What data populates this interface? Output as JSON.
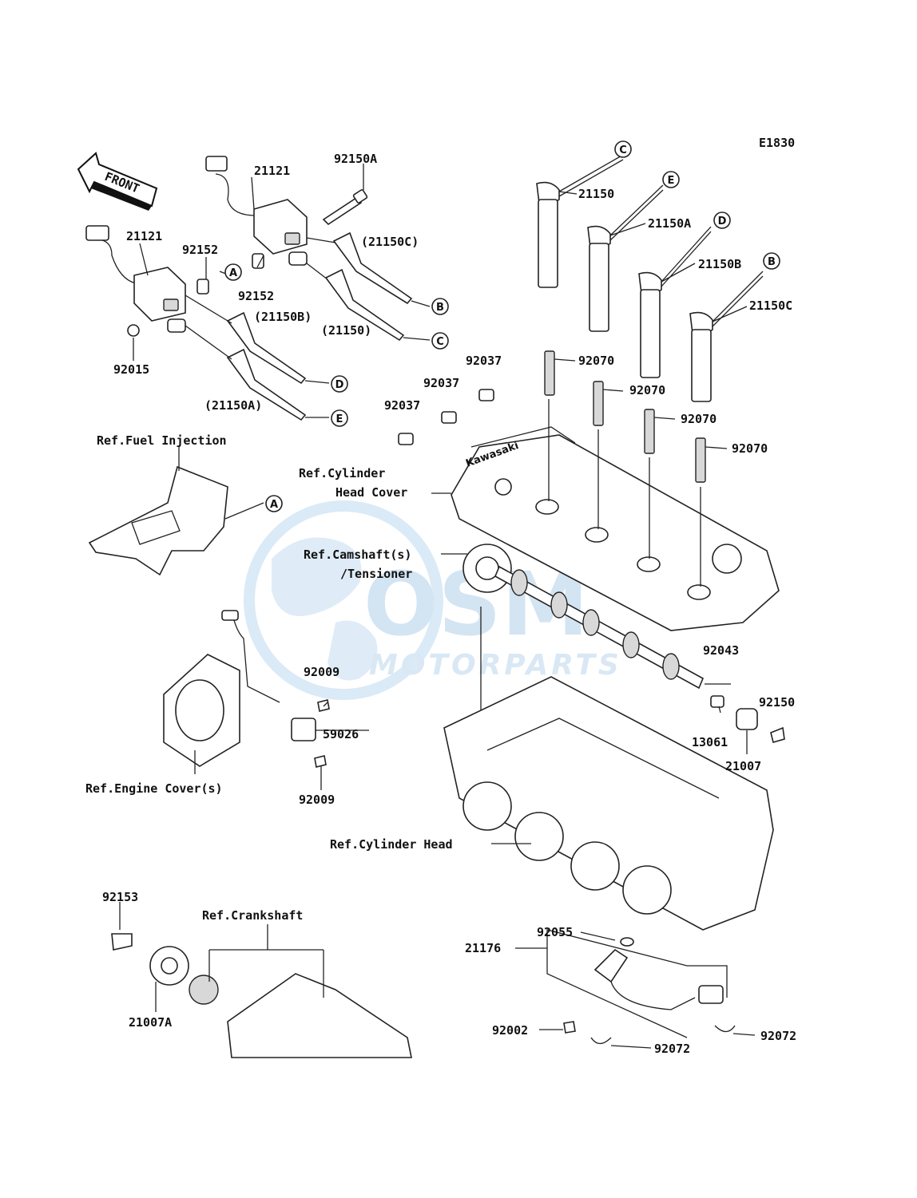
{
  "diagram_code": "E1830",
  "front_arrow_label": "FRONT",
  "watermark": {
    "logo_text": "OSM",
    "sub_text": "MOTORPARTS",
    "color": "#cfe4f4"
  },
  "callout_letters": [
    "A",
    "B",
    "C",
    "D",
    "E"
  ],
  "part_labels": {
    "p21121_left": "21121",
    "p21121_top": "21121",
    "p92150A": "92150A",
    "p92152_upper": "92152",
    "p92152_lower": "92152",
    "p21150C_paren": "(21150C)",
    "p21150_paren": "(21150)",
    "p21150B_paren": "(21150B)",
    "p21150A_paren": "(21150A)",
    "p92015": "92015",
    "p21150": "21150",
    "p21150A": "21150A",
    "p21150B": "21150B",
    "p21150C": "21150C",
    "p92037_a": "92037",
    "p92037_b": "92037",
    "p92037_c": "92037",
    "p92070_a": "92070",
    "p92070_b": "92070",
    "p92070_c": "92070",
    "p92070_d": "92070",
    "p92043": "92043",
    "p92150": "92150",
    "p13061": "13061",
    "p21007": "21007",
    "p92009_a": "92009",
    "p92009_b": "92009",
    "p59026": "59026",
    "p92153": "92153",
    "p21007A": "21007A",
    "p21176": "21176",
    "p92055": "92055",
    "p92002": "92002",
    "p92072_a": "92072",
    "p92072_b": "92072"
  },
  "reference_labels": {
    "fuel_injection": "Ref.Fuel Injection",
    "cylinder_head_cover_1": "Ref.Cylinder",
    "cylinder_head_cover_2": "Head Cover",
    "camshaft_1": "Ref.Camshaft(s)",
    "camshaft_2": "/Tensioner",
    "engine_cover": "Ref.Engine Cover(s)",
    "cylinder_head": "Ref.Cylinder Head",
    "crankshaft": "Ref.Crankshaft"
  },
  "cover_brand": "Kawasaki"
}
